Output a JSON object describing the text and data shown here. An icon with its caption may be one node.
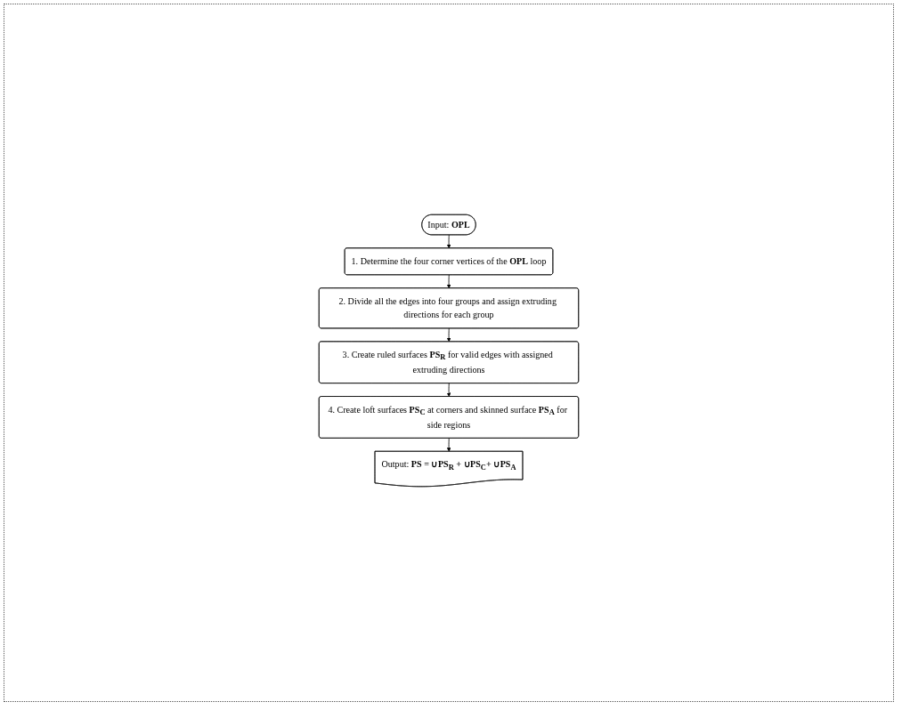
{
  "diagram": {
    "nodes": [
      {
        "text": [
          "Input: **OPL**"
        ]
      },
      {
        "text": [
          "1. Determine the four corner vertices of the **OPL** loop"
        ]
      },
      {
        "text": [
          "2. Divide all the edges into four groups and assign extruding directions for each group"
        ]
      },
      {
        "text": [
          "3. Create ruled surfaces **PS$_{R}$** for valid edges with assigned extruding directions"
        ]
      },
      {
        "text": [
          "4. Create loft surfaces **PS$_{C}$** at corners and skinned surface **PS$_{A}$** for side regions"
        ]
      },
      {
        "text": [
          "Output: **PS = ∪PS$_{R}$ + ∪PS$_{C}$+ ∪PS$_{A}$**"
        ]
      }
    ],
    "edges": [
      {
        "from": 0,
        "to": 1,
        "arrow": "to"
      },
      {
        "from": 1,
        "to": 2,
        "arrow": "to"
      },
      {
        "from": 2,
        "to": 3,
        "arrow": "to"
      },
      {
        "from": 3,
        "to": 4,
        "arrow": "to"
      },
      {
        "from": 4,
        "to": 5,
        "arrow": "to"
      }
    ]
  }
}
